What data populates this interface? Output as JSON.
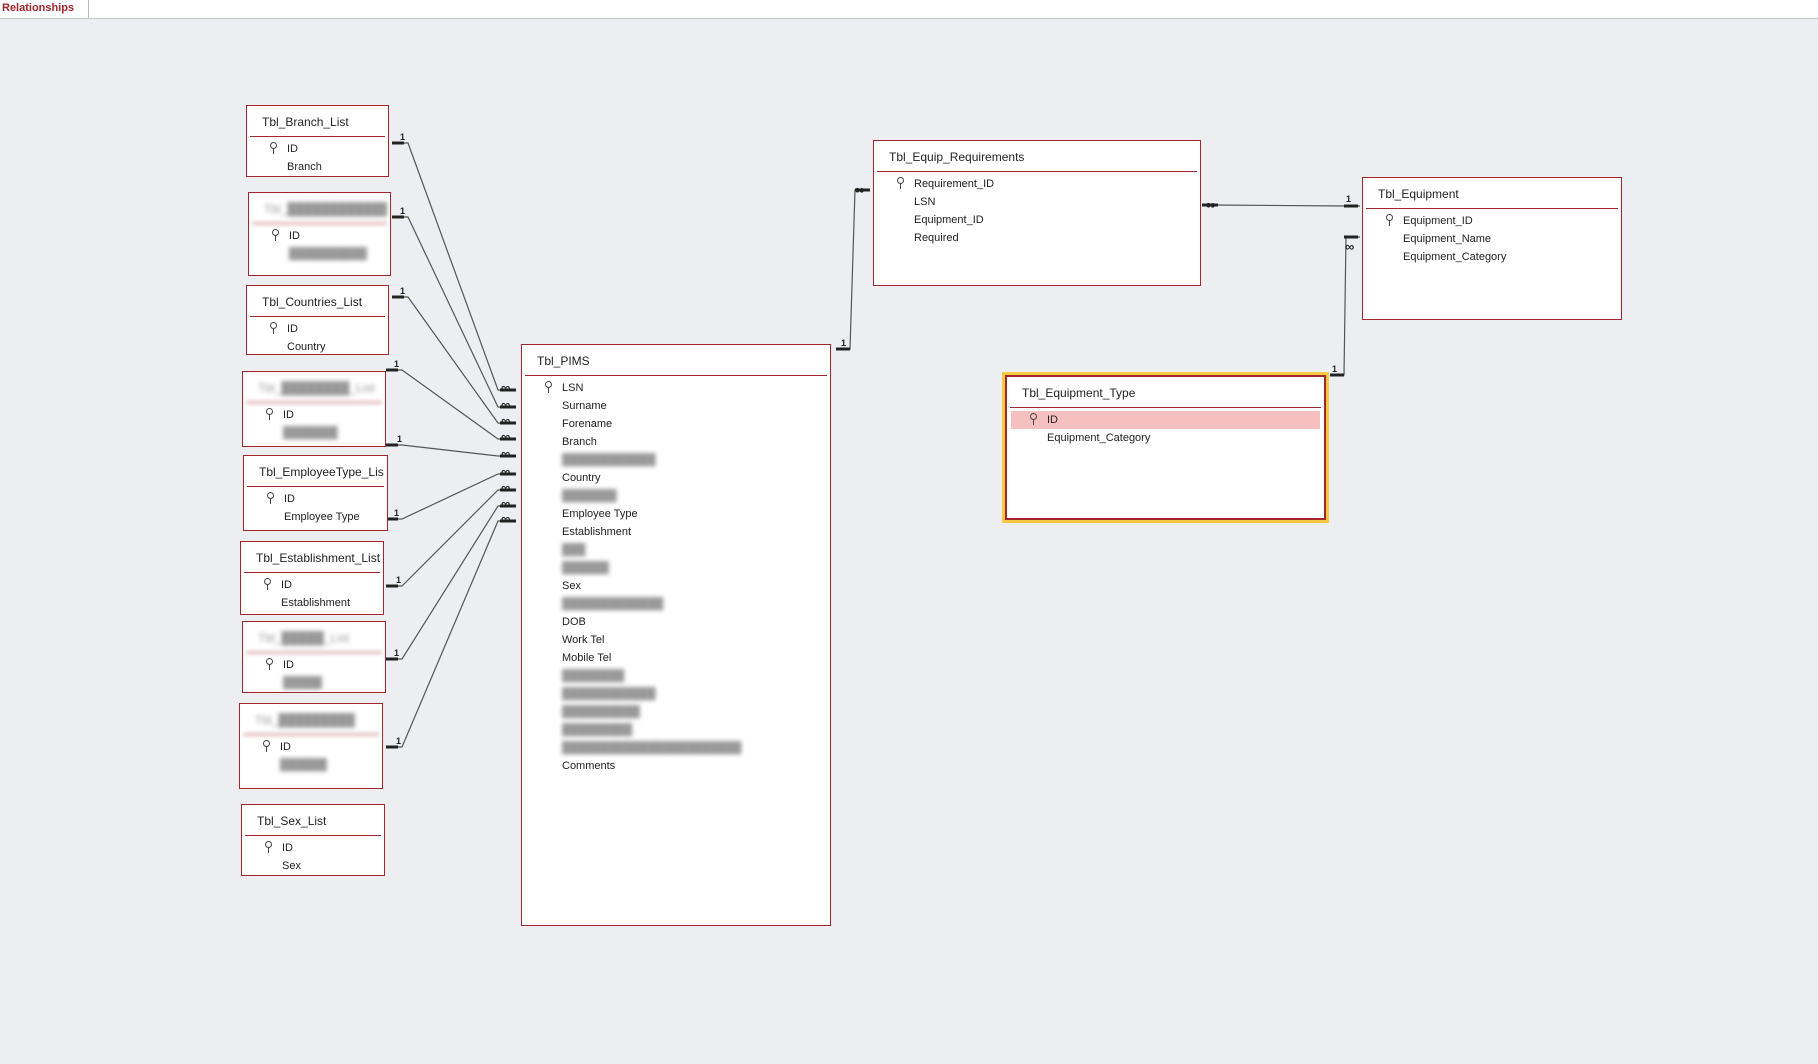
{
  "tab": {
    "label": "Relationships"
  },
  "tables": {
    "branch": {
      "title": "Tbl_Branch_List",
      "fields": [
        "ID",
        "Branch"
      ]
    },
    "t2": {
      "title": "Tbl_████████████",
      "fields": [
        "ID",
        "██████████"
      ]
    },
    "countries": {
      "title": "Tbl_Countries_List",
      "fields": [
        "ID",
        "Country"
      ]
    },
    "t4": {
      "title": "Tbl_████████_List",
      "fields": [
        "ID",
        "███████"
      ]
    },
    "emptype": {
      "title": "Tbl_EmployeeType_List",
      "fields": [
        "ID",
        "Employee Type"
      ]
    },
    "estab": {
      "title": "Tbl_Establishment_List",
      "fields": [
        "ID",
        "Establishment"
      ]
    },
    "t7": {
      "title": "Tbl_█████_List",
      "fields": [
        "ID",
        "█████"
      ]
    },
    "t8": {
      "title": "Tbl_█████████",
      "fields": [
        "ID",
        "██████"
      ]
    },
    "sex": {
      "title": "Tbl_Sex_List",
      "fields": [
        "ID",
        "Sex"
      ]
    },
    "pims": {
      "title": "Tbl_PIMS",
      "fields": [
        "LSN",
        "Surname",
        "Forename",
        "Branch",
        "████████████",
        "Country",
        "███████",
        "Employee Type",
        "Establishment",
        "███",
        "██████",
        "Sex",
        "█████████████",
        "DOB",
        "Work Tel",
        "Mobile Tel",
        "████████",
        "████████████",
        "██████████",
        "█████████",
        "███████████████████████"
      ]
    },
    "equip_req": {
      "title": "Tbl_Equip_Requirements",
      "fields": [
        "Requirement_ID",
        "LSN",
        "Equipment_ID",
        "Required"
      ]
    },
    "equipment": {
      "title": "Tbl_Equipment",
      "fields": [
        "Equipment_ID",
        "Equipment_Name",
        "Equipment_Category"
      ]
    },
    "equip_type": {
      "title": "Tbl_Equipment_Type",
      "fields": [
        "ID",
        "Equipment_Category"
      ]
    }
  },
  "pims_comments": "Comments",
  "rel_labels": {
    "one": "1",
    "many": "∞"
  },
  "colors": {
    "border": "#a4262c",
    "selected_glow": "#f7c843",
    "highlight_row": "#f7c0c0"
  }
}
